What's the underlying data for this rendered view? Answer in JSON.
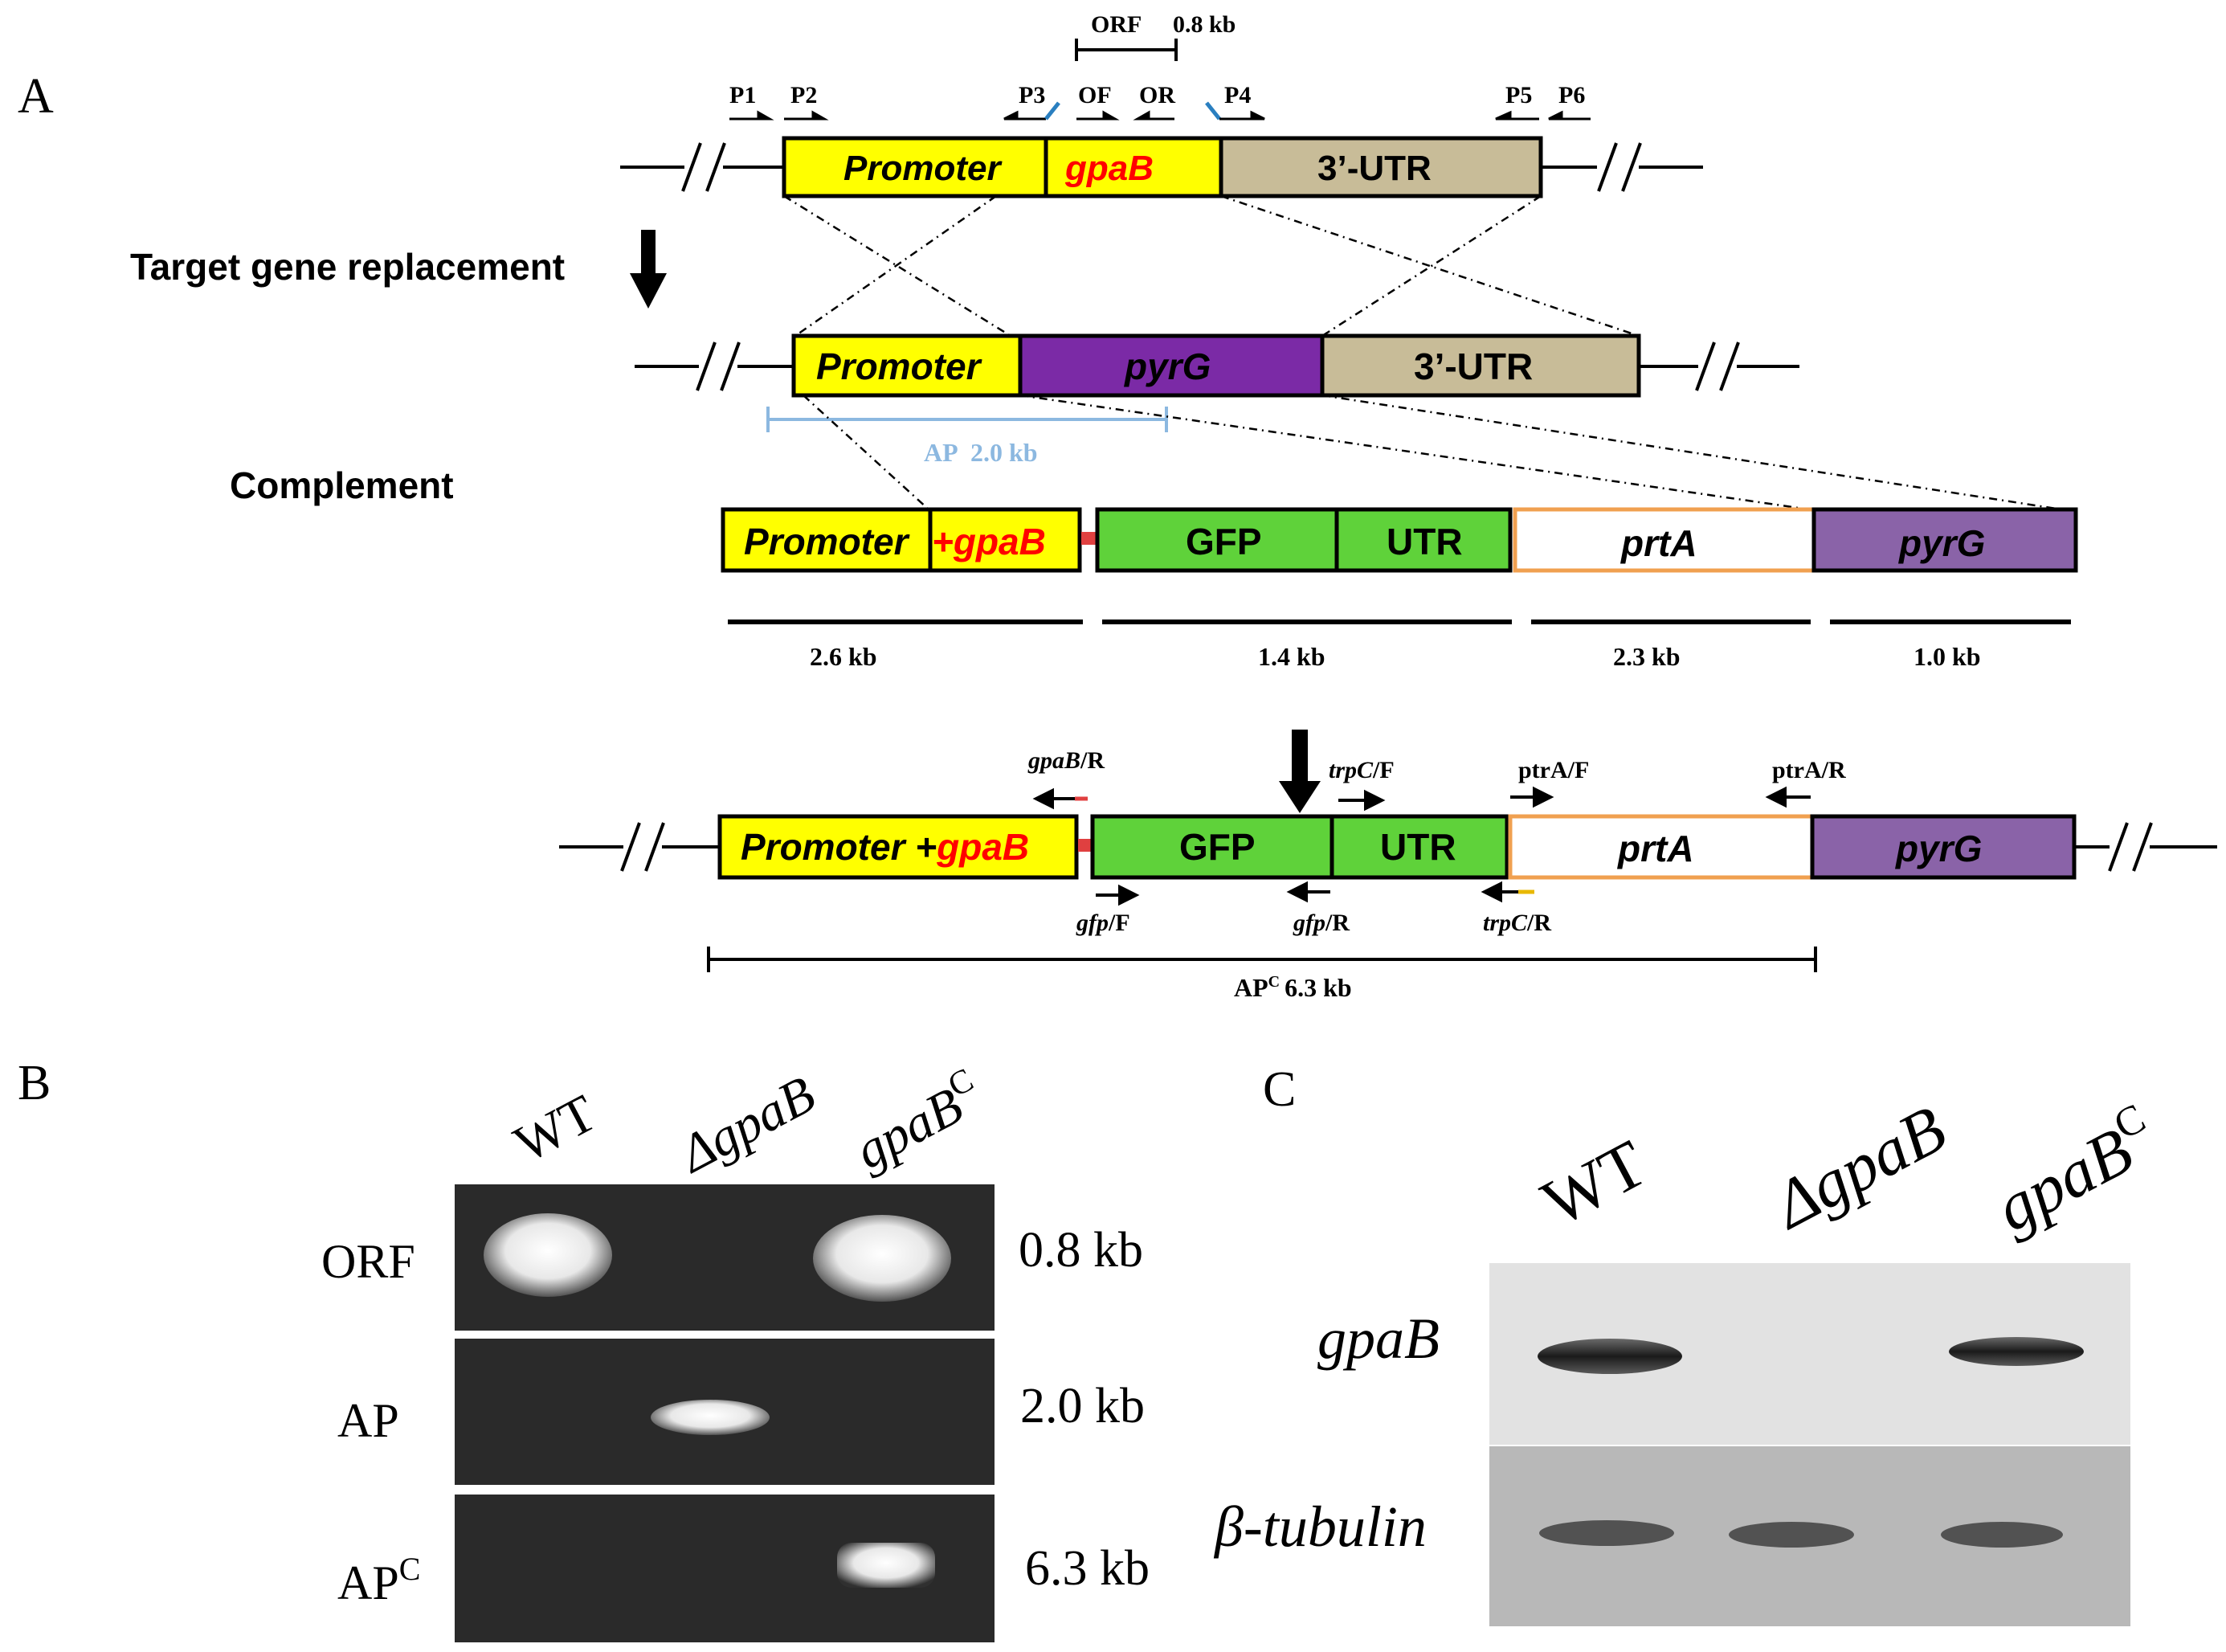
{
  "panel_labels": {
    "a": "A",
    "b": "B",
    "c": "C"
  },
  "panel_a": {
    "orf_label": "ORF",
    "orf_size": "0.8 kb",
    "primers": {
      "p1": "P1",
      "p2": "P2",
      "p3": "P3",
      "of": "OF",
      "or": "OR",
      "p4": "P4",
      "p5": "P5",
      "p6": "P6"
    },
    "wild_type_locus": {
      "promoter": "Promoter",
      "gene": "gpaB",
      "utr": "3’-UTR"
    },
    "step_replacement": "Target gene replacement",
    "deletion_locus": {
      "promoter": "Promoter",
      "marker": "pyrG",
      "utr": "3’-UTR"
    },
    "ap_label": "AP",
    "ap_size": "2.0 kb",
    "step_complement": "Complement",
    "construct": {
      "promoter": "Promoter",
      "gene": "+gpaB",
      "gfp": "GFP",
      "utr": "UTR",
      "prta": "prtA",
      "pyrg": "pyrG"
    },
    "fragment_sizes": [
      "2.6 kb",
      "1.4 kb",
      "2.3 kb",
      "1.0 kb"
    ],
    "complemented_locus": {
      "promoter": "Promoter +",
      "gene": "gpaB",
      "gfp": "GFP",
      "utr": "UTR",
      "prta": "prtA",
      "pyrg": "pyrG"
    },
    "primer_labels": {
      "gpab_r_italic": "gpaB",
      "gpab_r_suffix": "/R",
      "trpc_f_italic": "trpC",
      "trpc_f_suffix": "/F",
      "ptra_f": "ptrA/F",
      "ptra_r": "ptrA/R",
      "gfp_f_italic": "gfp",
      "gfp_f_suffix": "/F",
      "gfp_r_italic": "gfp",
      "gfp_r_suffix": "/R",
      "trpc_r_italic": "trpC",
      "trpc_r_suffix": "/R"
    },
    "apc_label": "AP",
    "apc_super": "C",
    "apc_size": "6.3 kb"
  },
  "panel_b": {
    "lanes": [
      "WT",
      "ΔgpaB",
      "gpaB"
    ],
    "lane3_super": "C",
    "rows": [
      {
        "label": "ORF",
        "size": "0.8 kb"
      },
      {
        "label": "AP",
        "size": "2.0 kb"
      },
      {
        "label": "AP",
        "label_super": "C",
        "size": "6.3 kb"
      }
    ]
  },
  "panel_c": {
    "lanes": [
      "WT",
      "ΔgpaB",
      "gpaB"
    ],
    "lane3_super": "C",
    "rows": [
      "gpaB",
      "β-tubulin"
    ]
  },
  "colors": {
    "promoter_yellow": "#ffff00",
    "gene_red": "#ff0000",
    "utr_tan": "#c8bc98",
    "pyrg_purple_dark": "#7b2aa6",
    "pyrg_purple_light": "#8a63a8",
    "gfp_green": "#5fd23a",
    "prta_border_orange": "#f0a050",
    "ap_blue": "#8cb8e0"
  }
}
